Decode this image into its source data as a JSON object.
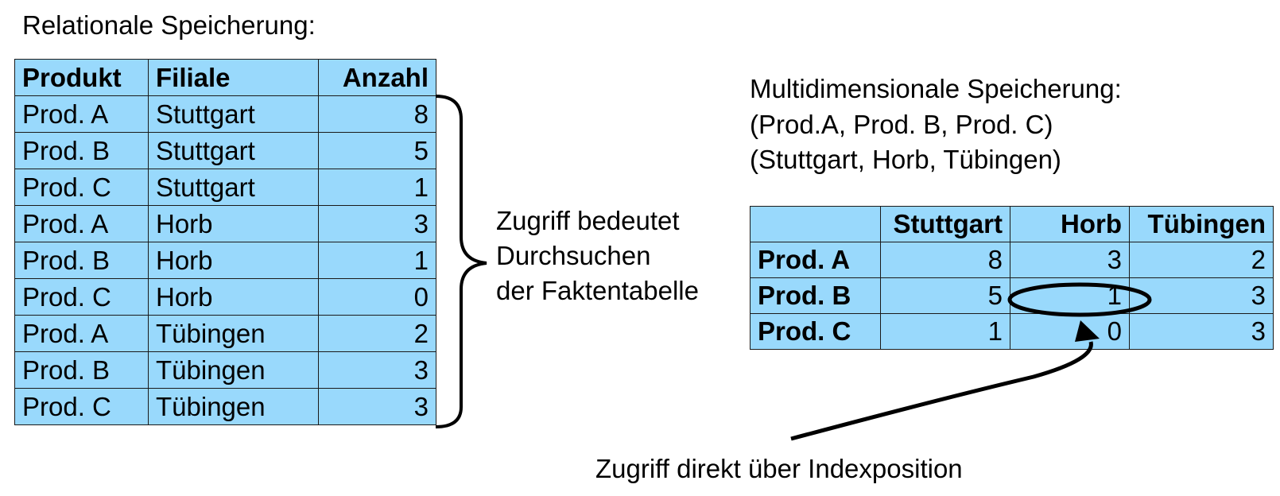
{
  "relational": {
    "title": "Relationale Speicherung:",
    "headers": [
      "Produkt",
      "Filiale",
      "Anzahl"
    ],
    "rows": [
      [
        "Prod. A",
        "Stuttgart",
        "8"
      ],
      [
        "Prod. B",
        "Stuttgart",
        "5"
      ],
      [
        "Prod. C",
        "Stuttgart",
        "1"
      ],
      [
        "Prod. A",
        "Horb",
        "3"
      ],
      [
        "Prod. B",
        "Horb",
        "1"
      ],
      [
        "Prod. C",
        "Horb",
        "0"
      ],
      [
        "Prod. A",
        "Tübingen",
        "2"
      ],
      [
        "Prod. B",
        "Tübingen",
        "3"
      ],
      [
        "Prod. C",
        "Tübingen",
        "3"
      ]
    ]
  },
  "brace_note": {
    "lines": [
      "Zugriff bedeutet",
      "Durchsuchen",
      "der Faktentabelle"
    ]
  },
  "multidimensional": {
    "title_lines": [
      "Multidimensionale Speicherung:",
      "(Prod.A, Prod. B, Prod. C)",
      "(Stuttgart, Horb, Tübingen)"
    ],
    "columns": [
      "",
      "Stuttgart",
      "Horb",
      "Tübingen"
    ],
    "rows": [
      {
        "product": "Prod. A",
        "values": [
          "8",
          "3",
          "2"
        ]
      },
      {
        "product": "Prod. B",
        "values": [
          "5",
          "1",
          "3"
        ]
      },
      {
        "product": "Prod. C",
        "values": [
          "1",
          "0",
          "3"
        ]
      }
    ]
  },
  "arrow_note": "Zugriff direkt über Indexposition",
  "colors": {
    "table_fill": "#99d9fc",
    "border": "#1a1a1a",
    "ink": "#000000"
  }
}
